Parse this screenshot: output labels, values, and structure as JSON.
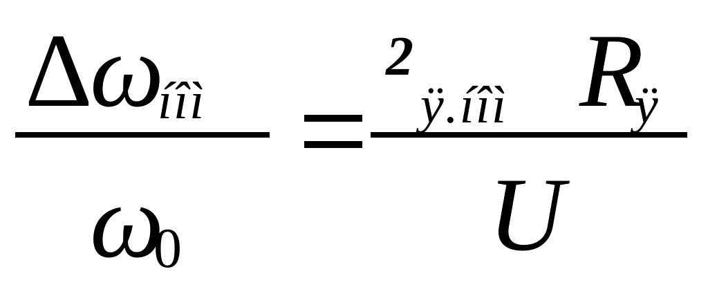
{
  "formula": {
    "lhs": {
      "numerator": {
        "delta": "Δ",
        "omega": "ω",
        "subscript": "íîì"
      },
      "denominator": {
        "omega": "ω",
        "subscript": "0"
      }
    },
    "equals": "=",
    "rhs": {
      "numerator": {
        "superscript": "2",
        "subscript_main": "ÿ.íîì",
        "R": "R",
        "subscript_R": "ÿ"
      },
      "denominator": {
        "U": "U"
      }
    }
  }
}
